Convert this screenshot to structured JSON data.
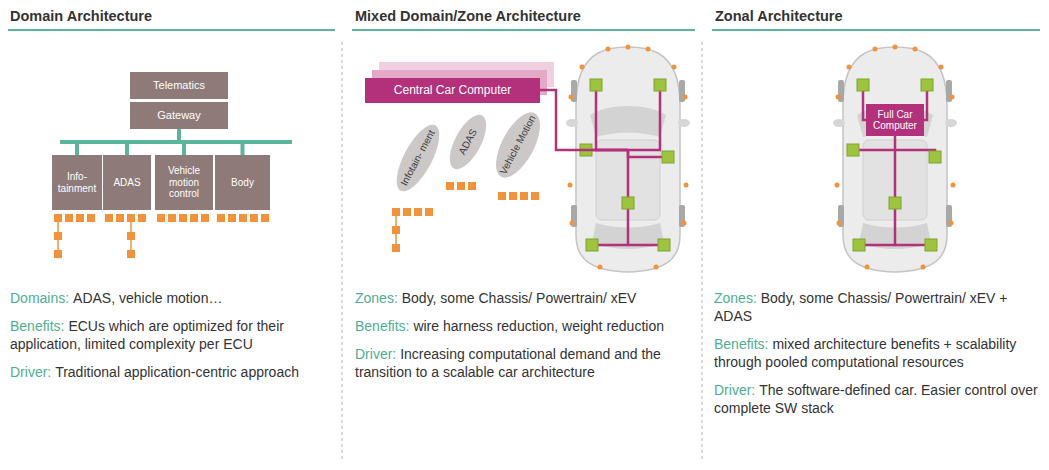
{
  "diagram": {
    "nodes": [
      {
        "text": [
          "Telematics"
        ]
      },
      {
        "text": [
          "Gateway"
        ]
      },
      {
        "text": [
          "Info- tainment"
        ]
      },
      {
        "text": [
          "ADAS"
        ]
      },
      {
        "text": [
          "Vehicle motion control"
        ]
      },
      {
        "text": [
          "Body"
        ]
      },
      {
        "text": [
          "Central Car Computer"
        ]
      },
      {
        "text": [
          "Infotain- ment"
        ]
      },
      {
        "text": [
          "ADAS"
        ]
      },
      {
        "text": [
          "Vehicle Motion"
        ]
      },
      {
        "text": [
          "Full Car Computer"
        ]
      }
    ],
    "edges": [
      {
        "from": 1,
        "to": 2,
        "arrow": "none"
      },
      {
        "from": 1,
        "to": 3,
        "arrow": "none"
      },
      {
        "from": 1,
        "to": 4,
        "arrow": "none"
      },
      {
        "from": 1,
        "to": 5,
        "arrow": "none"
      }
    ],
    "labels": [
      "Domain Architecture",
      "Mixed Domain/Zone Architecture",
      "Zonal Architecture",
      "Domains:",
      "ADAS, vehicle motion…",
      "Benefits:",
      "ECUs which are optimized for their application, limited complexity per ECU",
      "Driver:",
      "Traditional application-centric approach",
      "Zones:",
      "Body, some Chassis/ Powertrain/ xEV",
      "Benefits:",
      "wire harness reduction, weight reduction",
      "Driver:",
      "Increasing computational demand and the transition to a scalable car architecture",
      "Zones:",
      "Body, some Chassis/ Powertrain/ xEV + ADAS",
      "Benefits:",
      "mixed architecture benefits + scalability through pooled computational resources",
      "Driver:",
      "The software-defined car. Easier control over complete SW stack"
    ]
  }
}
